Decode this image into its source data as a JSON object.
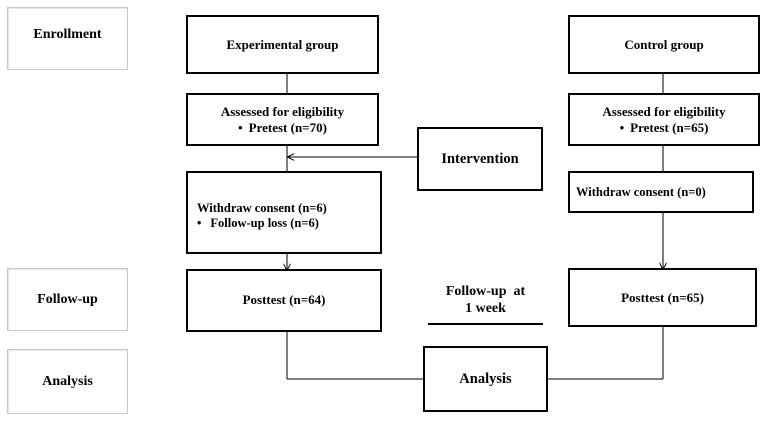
{
  "stages": {
    "enrollment": "Enrollment",
    "followup": "Follow-up",
    "analysis": "Analysis"
  },
  "experimental": {
    "title": "Experimental group",
    "assess_title": "Assessed for eligibility",
    "assess_bullet": "Pretest (n=70)",
    "withdraw": "Withdraw consent (n=6)",
    "loss_bullet": "Follow-up loss (n=6)",
    "posttest": "Posttest (n=64)"
  },
  "control": {
    "title": "Control group",
    "assess_title": "Assessed for eligibility",
    "assess_bullet": "Pretest (n=65)",
    "withdraw": "Withdraw consent (n=0)",
    "posttest": "Posttest (n=65)"
  },
  "intervention": "Intervention",
  "followup_note": {
    "line1": "Follow-up  at",
    "line2": "1 week"
  },
  "analysis_box": "Analysis",
  "bullet_char": "•"
}
